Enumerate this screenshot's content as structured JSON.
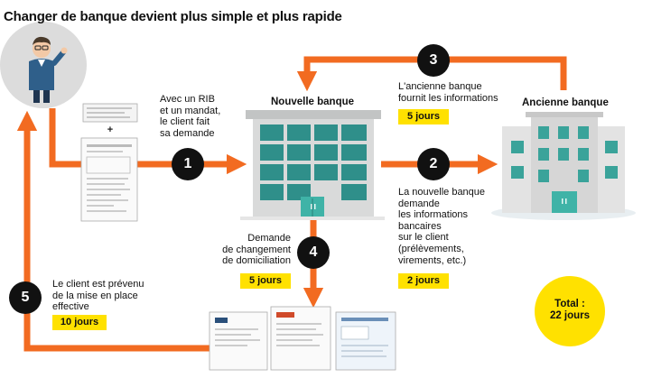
{
  "title": "Changer de banque devient plus simple et plus rapide",
  "labels": {
    "new_bank": "Nouvelle banque",
    "old_bank": "Ancienne banque"
  },
  "steps": [
    {
      "number": "1",
      "lines": [
        "Avec un RIB",
        "et un mandat,",
        "le client fait",
        "sa demande"
      ],
      "duration": ""
    },
    {
      "number": "2",
      "lines": [
        "La nouvelle banque",
        "demande",
        "les informations",
        "bancaires",
        "sur le client",
        "(prélèvements,",
        "virements, etc.)"
      ],
      "duration": "2 jours"
    },
    {
      "number": "3",
      "lines": [
        "L'ancienne banque",
        "fournit les informations"
      ],
      "duration": "5 jours"
    },
    {
      "number": "4",
      "lines": [
        "Demande",
        "de changement",
        "de domiciliation"
      ],
      "duration": "5 jours"
    },
    {
      "number": "5",
      "lines": [
        "Le client est prévenu",
        "de la mise en place",
        "effective"
      ],
      "duration": "10 jours"
    }
  ],
  "total": {
    "label": "Total :",
    "value": "22 jours"
  },
  "colors": {
    "arrow": "#f26b21",
    "highlight": "#ffe100",
    "step_circle": "#111111",
    "new_bank_glass": "#2f8f8a",
    "old_bank_glass": "#3aa39a"
  },
  "icons": [
    "client-avatar-icon",
    "documents-icon",
    "new-bank-building-icon",
    "old-bank-building-icon",
    "letters-icon"
  ]
}
